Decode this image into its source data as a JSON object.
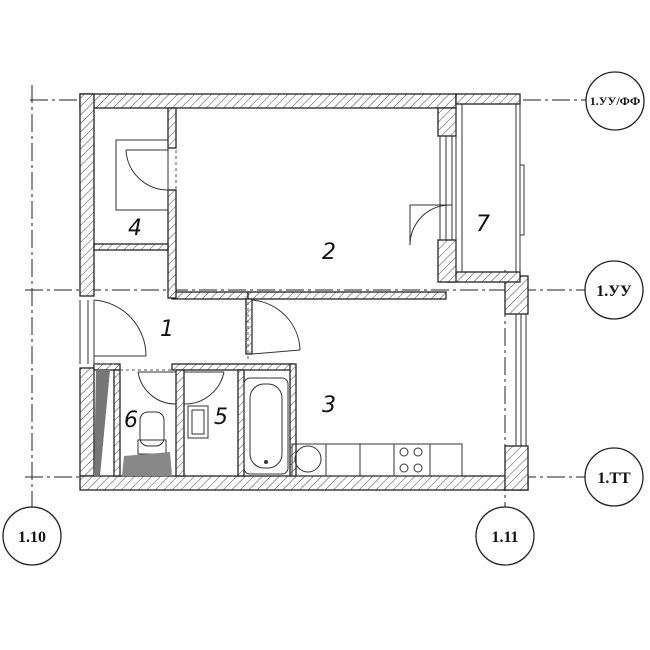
{
  "rooms": {
    "r1": "1",
    "r2": "2",
    "r3": "3",
    "r4": "4",
    "r5": "5",
    "r6": "6",
    "r7": "7"
  },
  "axes": {
    "uu_ff": "1.УУ/ФФ",
    "uu": "1.УУ",
    "tt": "1.ТТ",
    "a110": "1.10",
    "a111": "1.11"
  }
}
